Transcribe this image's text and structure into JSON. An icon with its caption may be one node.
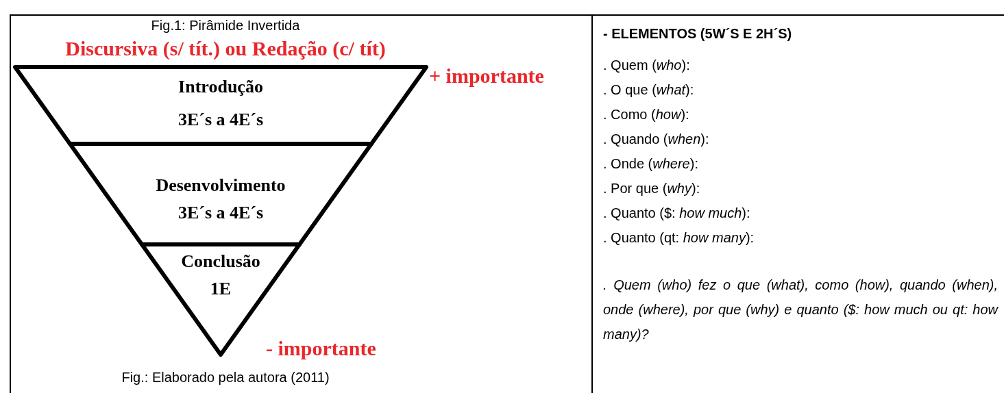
{
  "diagram": {
    "title": "Fig.1: Pirâmide Invertida",
    "caption": "Fig.: Elaborado pela autora (2011)",
    "nodes": [
      {
        "text": [
          "Introdução",
          "3E´s a 4E´s"
        ]
      },
      {
        "text": [
          "Desenvolvimento",
          "3E´s a 4E´s"
        ]
      },
      {
        "text": [
          "Conclusão",
          "1E"
        ]
      }
    ],
    "labels": [
      "Discursiva (s/ tít.) ou Redação (c/ tít)",
      "+ importante",
      "- importante",
      "- ELEMENTOS (5W´S E 2H´S)",
      ". Quem (*who*):",
      ". O que (*what*):",
      ". Como (*how*):",
      ". Quando (*when*):",
      ". Onde (*where*):",
      ". Por que (*why*):",
      ". Quanto ($: *how much*):",
      ". Quanto (qt: *how many*):",
      ". Quem (who) fez o que (what), como (how), quando (when), onde (where), por que (why) e quanto ($: how much ou qt: how many)?"
    ]
  }
}
